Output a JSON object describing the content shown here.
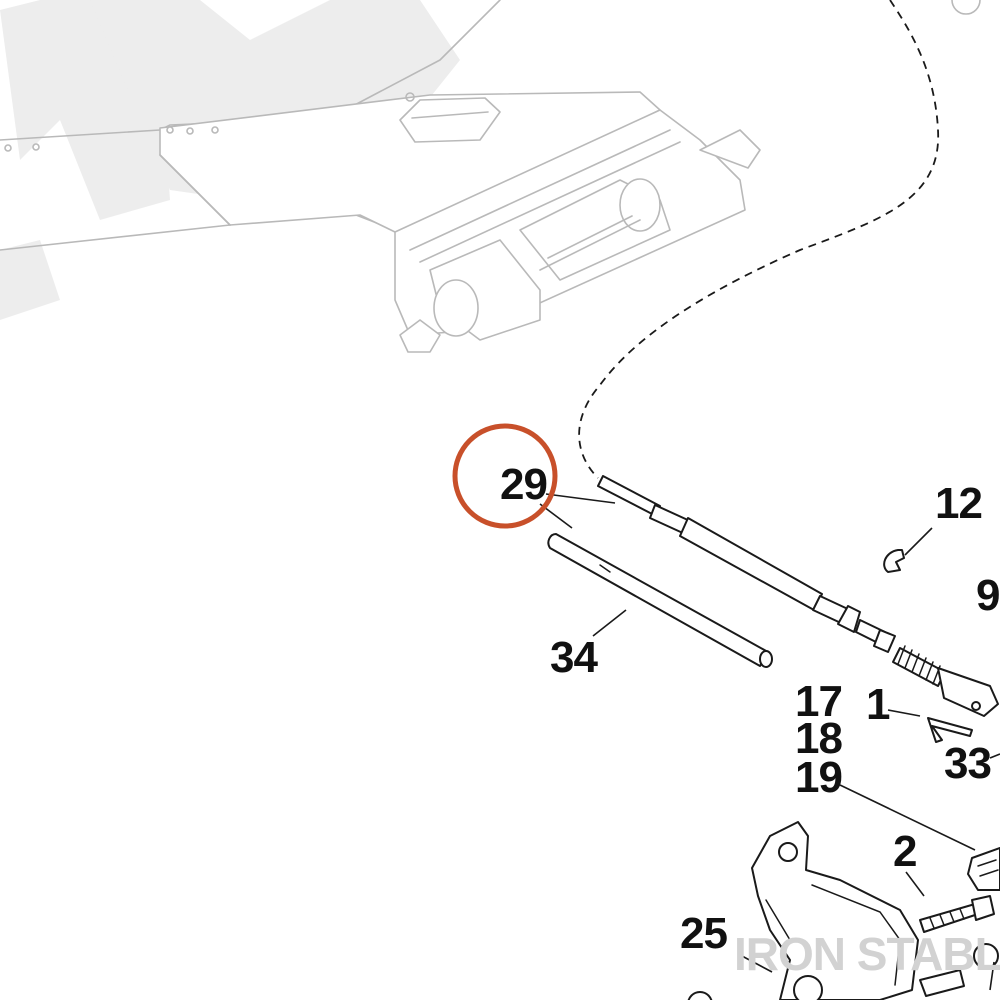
{
  "callouts": {
    "c29": "29",
    "c34": "34",
    "c12": "12",
    "c9": "9",
    "c1": "1",
    "c17": "17",
    "c18": "18",
    "c19": "19",
    "c33": "33",
    "c2": "2",
    "c25": "25"
  },
  "watermark": "IRON STABLE",
  "colors": {
    "highlight": "#c8502a",
    "line": "#1a1a1a",
    "ghost": "#b9b9b9"
  }
}
